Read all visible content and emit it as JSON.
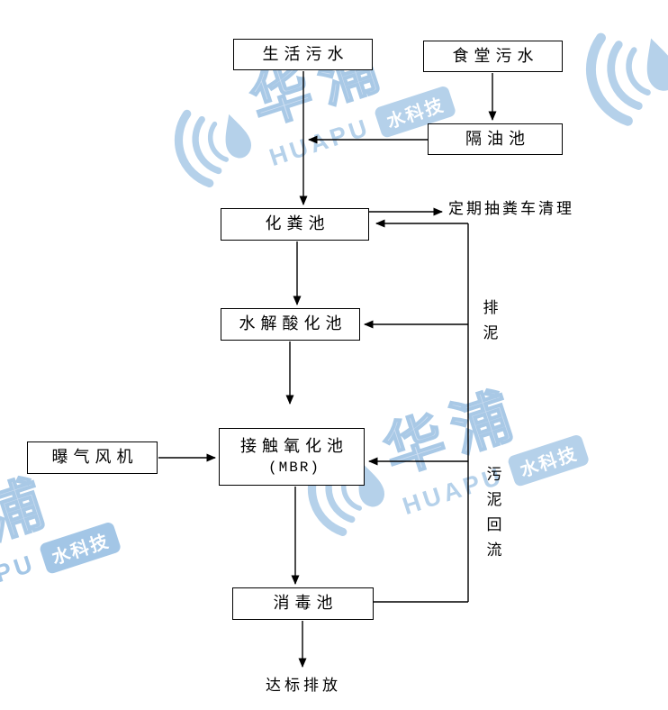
{
  "watermark": {
    "brand_cn": "华浦",
    "brand_en": "HUAPU",
    "badge_label": "水科技",
    "color": "#aecbe8"
  },
  "diagram": {
    "nodes": {
      "domestic_sewage": {
        "label": "生活污水"
      },
      "canteen_sewage": {
        "label": "食堂污水"
      },
      "grease_trap": {
        "label": "隔油池"
      },
      "septic_tank": {
        "label": "化粪池"
      },
      "hydrolysis_tank": {
        "label": "水解酸化池"
      },
      "contact_oxidation_tank": {
        "label": "接触氧化池",
        "sublabel": "(MBR)"
      },
      "aeration_blower": {
        "label": "曝气风机"
      },
      "disinfection_tank": {
        "label": "消毒池"
      }
    },
    "annotations": {
      "periodic_cleaning": "定期抽粪车清理",
      "sludge_discharge": "排泥",
      "sludge_return": "污泥回流",
      "final_discharge": "达标排放"
    }
  }
}
